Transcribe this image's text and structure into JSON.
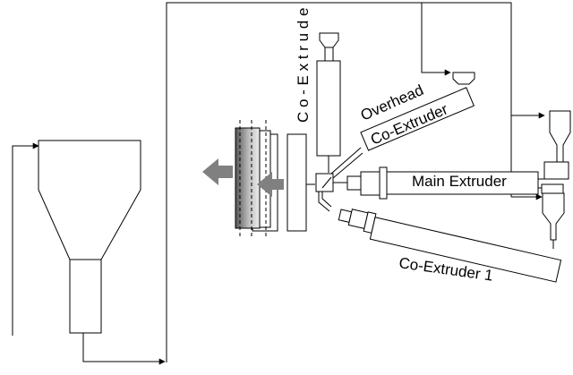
{
  "labels": {
    "co_extruder_vertical": "C o - E x t r u d e",
    "overhead": "Overhead",
    "overhead_co_extruder": "Co-Extruder",
    "main_extruder": "Main Extruder",
    "co_extruder_1": "Co-Extruder 1"
  },
  "colors": {
    "line": "#000000",
    "arrow_fill": "#808080",
    "roll_dark": "#555555",
    "roll_light": "#e8e8e8"
  }
}
